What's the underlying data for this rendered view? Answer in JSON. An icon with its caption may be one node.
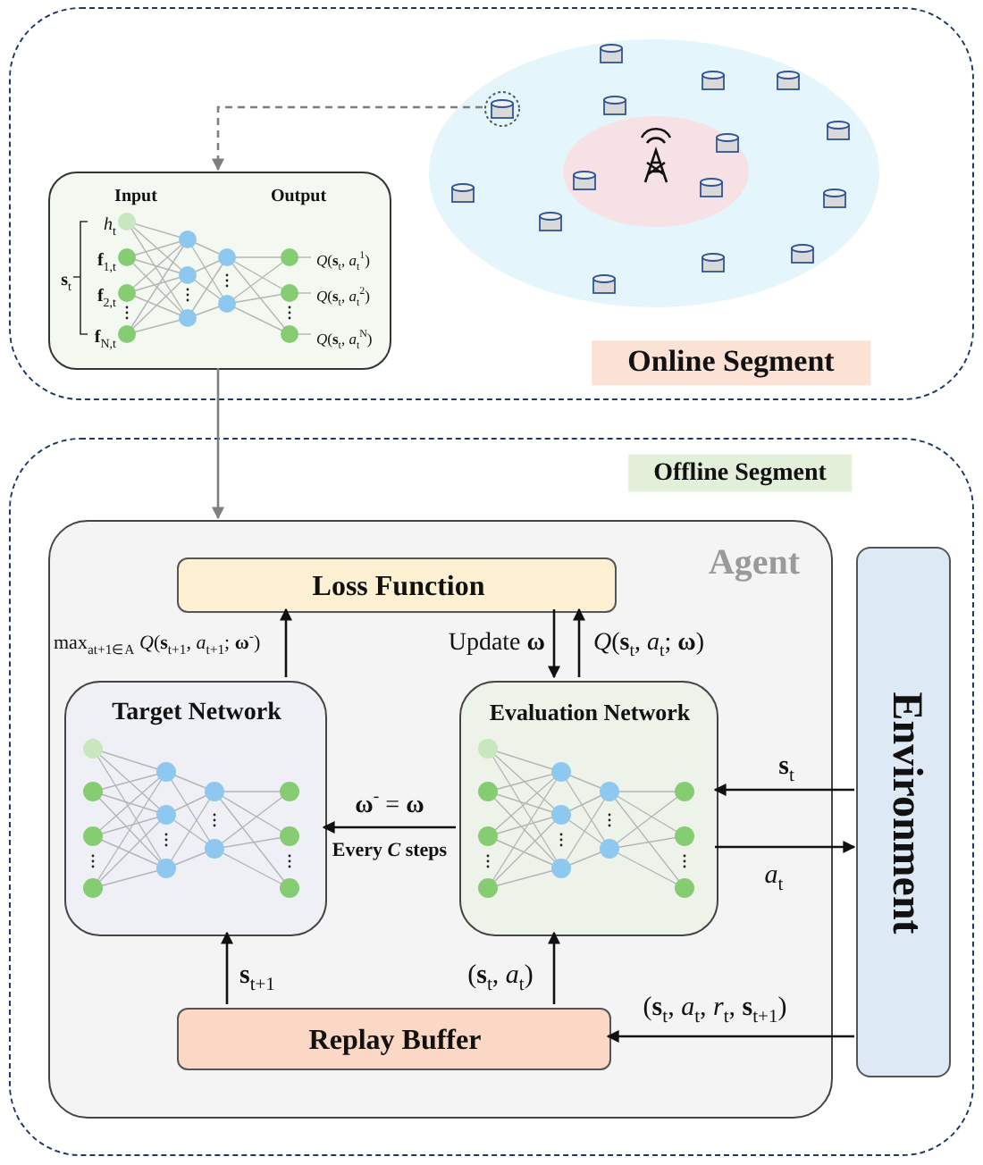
{
  "diagram": {
    "nodes": [
      {
        "text": [
          "Online Segment"
        ]
      },
      {
        "text": [
          "Input",
          "Output",
          "*h*$_{t}$",
          "**f**$_{1,t}$",
          "**f**$_{2,t}$",
          "**f**$_{N,t}$",
          "**s**$_{t}$",
          "*Q*(**s**$_{t}$, *a*$_{t}$$^{1}$)",
          "*Q*(**s**$_{t}$, *a*$_{t}$$^{2}$)",
          "*Q*(**s**$_{t}$, *a*$_{t}$$^{N}$)"
        ],
        "in": 0
      },
      {
        "text": [],
        "shape": "cylinder",
        "in": 0
      },
      {
        "text": [
          "Offline Segment"
        ]
      },
      {
        "text": [
          "Agent"
        ],
        "in": 3
      },
      {
        "text": [
          "Loss Function"
        ],
        "in": 4
      },
      {
        "text": [
          "Target Network"
        ],
        "in": 4
      },
      {
        "text": [
          "Evaluation Network"
        ],
        "in": 4
      },
      {
        "text": [
          "Replay Buffer"
        ],
        "in": 4
      },
      {
        "text": [
          "Environment"
        ],
        "in": 3
      }
    ],
    "edges": [
      {
        "from": 2,
        "to": 1,
        "arrow": "to",
        "style": "dashed",
        "color": "#7f7f7f"
      },
      {
        "from": 1,
        "to": 4,
        "arrow": "to",
        "color": "#7f7f7f"
      },
      {
        "from": 6,
        "to": 5,
        "arrow": "to",
        "label": "max$_{at+1∈A}$ *Q*(**s**$_{t+1}$, *a*$_{t+1}$; **ω**$^{-}$)"
      },
      {
        "from": 5,
        "to": 7,
        "arrow": "to",
        "label": "Update **ω**"
      },
      {
        "from": 7,
        "to": 5,
        "arrow": "to",
        "label": "*Q*(**s**$_{t}$, *a*$_{t}$; **ω**)"
      },
      {
        "from": 7,
        "to": 6,
        "arrow": "to",
        "label": "**ω**$^{-}$ = **ω**"
      },
      {
        "from": 9,
        "to": 7,
        "arrow": "to",
        "label": "**s**$_{t}$"
      },
      {
        "from": 7,
        "to": 9,
        "arrow": "to",
        "label": "*a*$_{t}$"
      },
      {
        "from": 8,
        "to": 6,
        "arrow": "to",
        "label": "**s**$_{t+1}$"
      },
      {
        "from": 8,
        "to": 7,
        "arrow": "to",
        "label": "(**s**$_{t}$, *a*$_{t}$)"
      },
      {
        "from": 9,
        "to": 8,
        "arrow": "to",
        "label": "(**s**$_{t}$, *a*$_{t}$, *r*$_{t}$, **s**$_{t+1}$)"
      }
    ],
    "labels": [
      "Every *C* steps"
    ]
  }
}
